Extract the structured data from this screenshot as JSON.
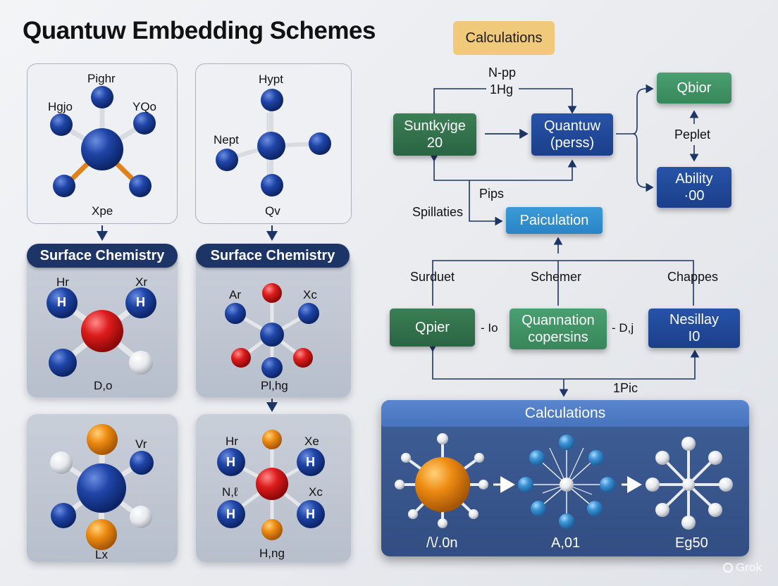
{
  "title": "Quantuw Embedding Schemes",
  "left": {
    "mol1": {
      "top": "Pighr",
      "left": "Hgjo",
      "right": "YQo",
      "bottom": "Xpe"
    },
    "mol2": {
      "top": "Hypt",
      "left": "Nept",
      "bottom": "Qv"
    },
    "header1": "Surface Chemistry",
    "header2": "Surface Chemistry",
    "mol3": {
      "tl": "Hr",
      "tr": "Xr",
      "h1": "H",
      "h2": "H",
      "bottom": "D,o"
    },
    "mol4": {
      "tl": "Ar",
      "tr": "Xc",
      "bottom": "Pl,hg"
    },
    "mol5": {
      "tr": "Vr",
      "bottom": "Lx"
    },
    "mol6": {
      "tl": "Hr",
      "tr": "Xe",
      "ml": "N,ℓ",
      "mr": "Xc",
      "h": "H",
      "bottom": "H,ng"
    }
  },
  "flow": {
    "calc_top": "Calculations",
    "top_label_1": "N-pp",
    "top_label_2": "1Hg",
    "box_synth_1": "Suntkyige",
    "box_synth_2": "20",
    "box_quant_1": "Quantuw",
    "box_quant_2": "(perss)",
    "box_qbior": "Qbior",
    "peplet": "Peplet",
    "box_ability_1": "Ability",
    "box_ability_2": "·00",
    "pips": "Pips",
    "spillaties": "Spillaties",
    "box_paiculation": "Paiculation",
    "surduet": "Surduet",
    "schemer": "Schemer",
    "chappes": "Chappes",
    "box_qpier": "Qpier",
    "io": "- Io",
    "box_quannation_1": "Quannation",
    "box_quannation_2": "copersins",
    "dj": "- D,j",
    "box_nesillay_1": "Nesillay",
    "box_nesillay_2": "I0",
    "pic": "1Pic"
  },
  "bottom": {
    "header": "Calculations",
    "lbl1": "/\\/.0n",
    "lbl2": "A,01",
    "lbl3": "Eg50"
  },
  "watermark": "Grok",
  "colors": {
    "navy": "#1d3466",
    "green": "#2f6b47",
    "blue_atom": "#1c3f9c",
    "red_atom": "#d41b1b",
    "orange_atom": "#e88a10",
    "sky_atom": "#3a8fd0"
  }
}
